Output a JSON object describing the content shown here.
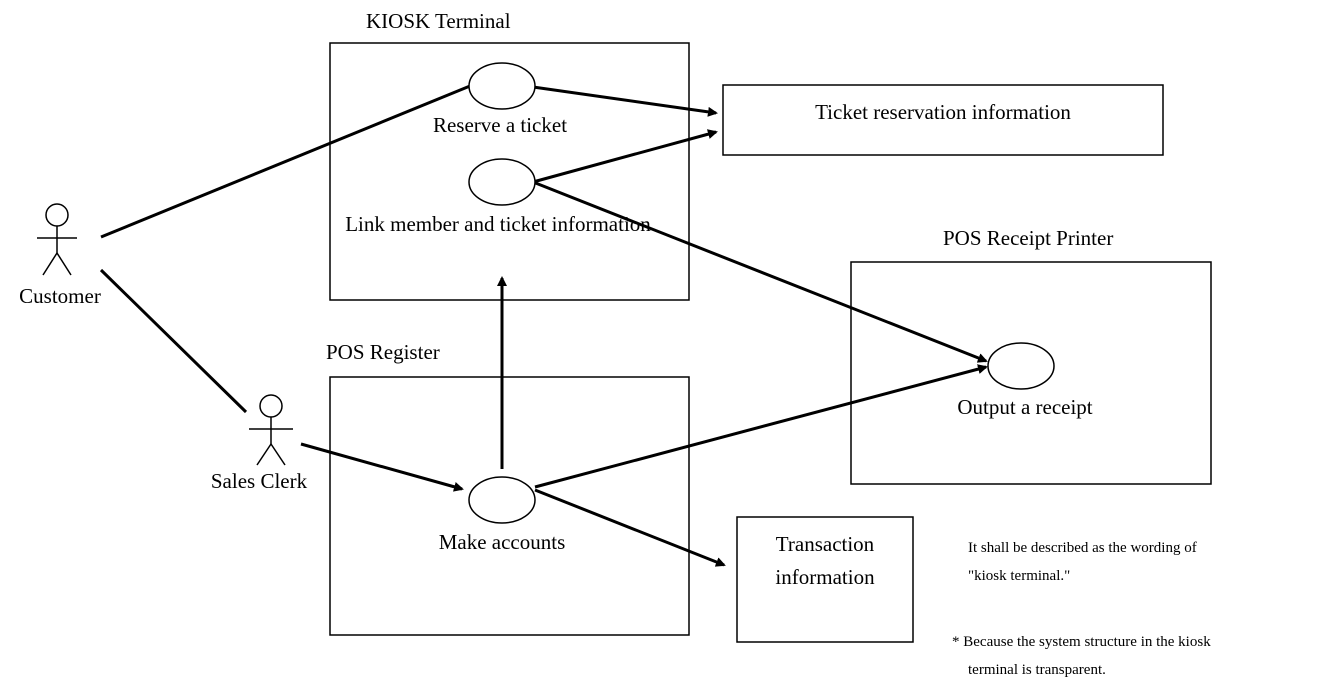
{
  "systems": {
    "kiosk": "KIOSK Terminal",
    "pos_register": "POS Register",
    "pos_printer": "POS Receipt Printer"
  },
  "actors": {
    "customer": "Customer",
    "sales_clerk": "Sales Clerk"
  },
  "use_cases": {
    "reserve_ticket": "Reserve a ticket",
    "link_member": "Link member and ticket information",
    "make_accounts": "Make accounts",
    "output_receipt": "Output a receipt"
  },
  "data_stores": {
    "ticket_reservation": "Ticket reservation information",
    "transaction_line1": "Transaction",
    "transaction_line2": "information"
  },
  "notes": {
    "note1_line1": "It shall be described as the wording of",
    "note1_line2": "\"kiosk terminal.\"",
    "note2_line1": "*  Because the system structure in the kiosk",
    "note2_line2": "terminal is transparent."
  }
}
